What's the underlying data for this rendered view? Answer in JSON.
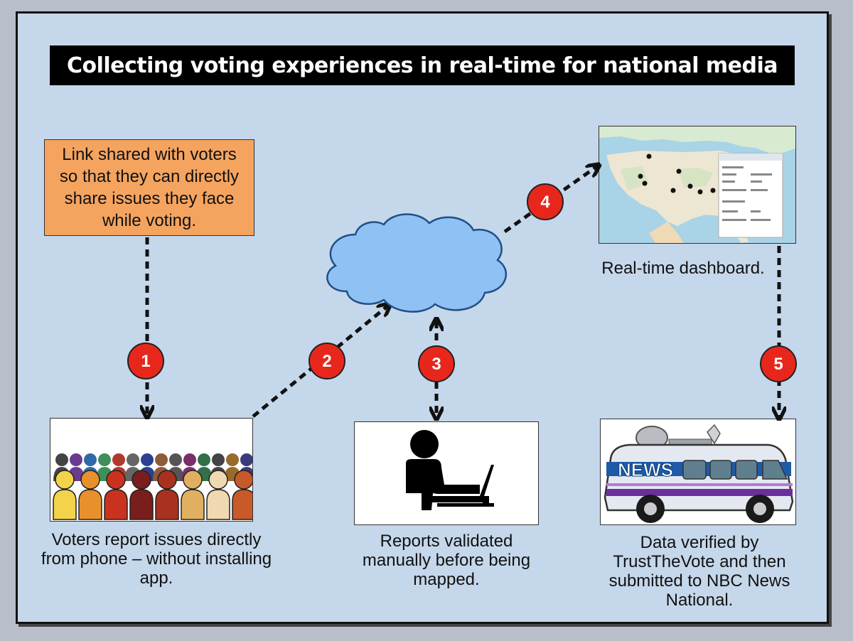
{
  "title": "Collecting voting experiences in real-time for national media",
  "steps": {
    "link": "Link shared with voters so that they can directly share issues they face while voting.",
    "voters": "Voters report issues directly from phone – without installing app.",
    "validated": "Reports validated manually before being mapped.",
    "dashboard": "Real-time dashboard.",
    "verified": "Data verified by TrustTheVote and then submitted to NBC News National."
  },
  "badges": [
    "1",
    "2",
    "3",
    "4",
    "5"
  ],
  "news_label": "NEWS",
  "colors": {
    "badge": "#e8271c",
    "background": "#c5d7ea",
    "cloud": "#8fc1f4",
    "orange": "#f5a460"
  }
}
